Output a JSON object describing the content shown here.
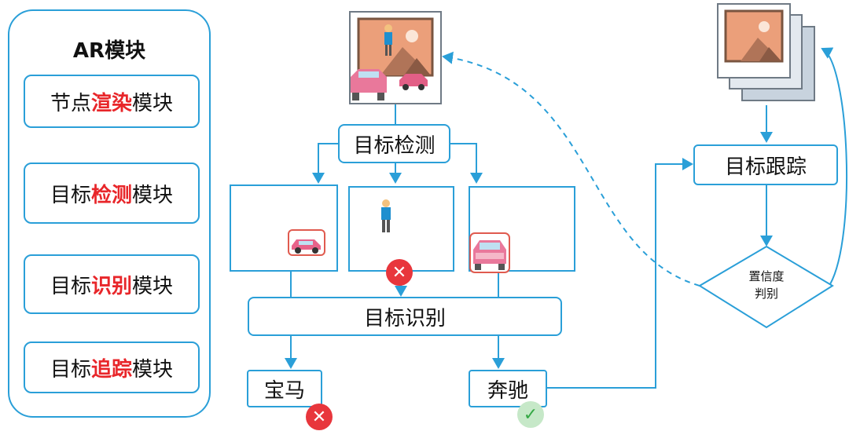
{
  "panel": {
    "title": "AR模块",
    "modules": [
      {
        "pre": "节点",
        "hl": "渲染",
        "post": "模块"
      },
      {
        "pre": "目标",
        "hl": "检测",
        "post": "模块"
      },
      {
        "pre": "目标",
        "hl": "识别",
        "post": "模块"
      },
      {
        "pre": "目标",
        "hl": "追踪",
        "post": "模块"
      }
    ]
  },
  "flow": {
    "detect": "目标检测",
    "recognize": "目标识别",
    "result_bmw": "宝马",
    "result_benz": "奔驰",
    "bad_mark": "✕",
    "ok_mark": "✓"
  },
  "tracking": {
    "track": "目标跟踪",
    "confidence_line1": "置信度",
    "confidence_line2": "判别"
  },
  "colors": {
    "accent": "#2a9fd8",
    "highlight": "#e8262a"
  }
}
